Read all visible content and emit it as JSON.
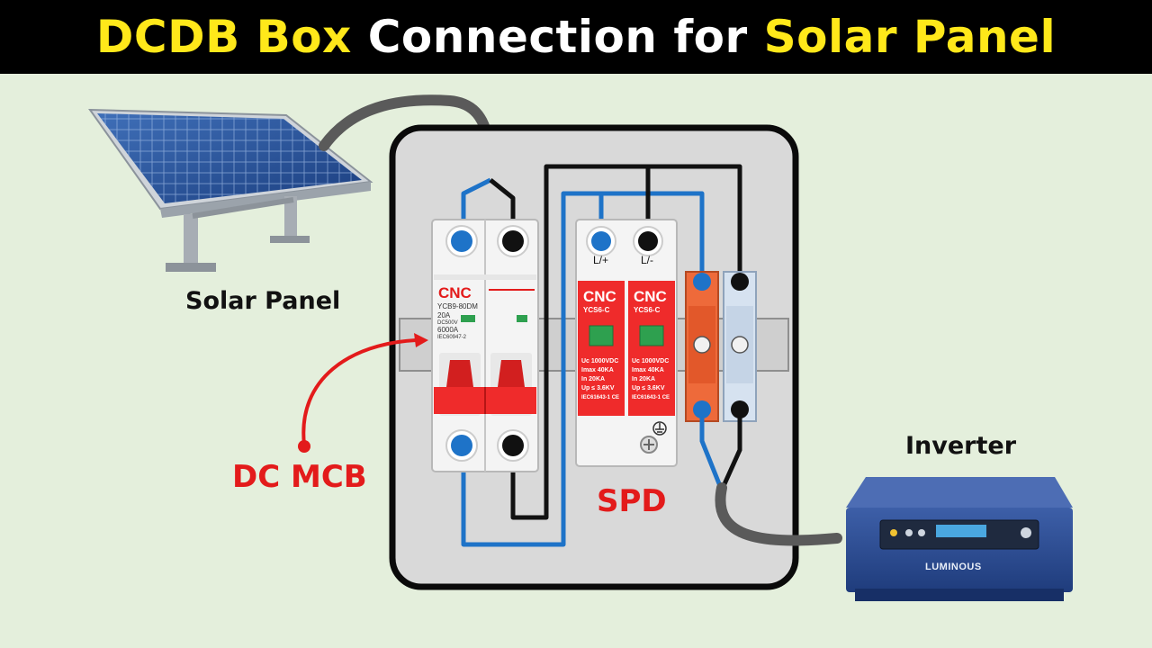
{
  "title": {
    "part1": "DCDB Box",
    "part2": "Connection for",
    "part3": "Solar Panel"
  },
  "labels": {
    "solar_panel": "Solar Panel",
    "inverter": "Inverter",
    "dc_mcb": "DC MCB",
    "spd": "SPD"
  },
  "mcb": {
    "brand": "CNC",
    "model": "YCB9-80DM",
    "rating": "20A",
    "voltage": "DC500V",
    "breaking": "6000A",
    "standard": "IEC60947-2"
  },
  "spd_module": {
    "brand": "CNC",
    "model": "YCS6-C",
    "terminal_pos": "L/+",
    "terminal_neg": "L/-",
    "uc": "Uc 1000VDC",
    "imax": "Imax  40KA",
    "in": "In     20KA",
    "up": "Up  ≤ 3.6KV",
    "standard": "IEC61643-1 CE"
  },
  "inverter_brand": "LUMINOUS",
  "colors": {
    "background": "#e4efdc",
    "title_yellow": "#ffe81a",
    "label_red": "#e31b1b",
    "wire_blue": "#1e73c8",
    "wire_black": "#111111",
    "cable_grey": "#5a5a5a"
  },
  "icons": [
    "solar-panel-icon",
    "inverter-icon",
    "ground-symbol-icon"
  ]
}
